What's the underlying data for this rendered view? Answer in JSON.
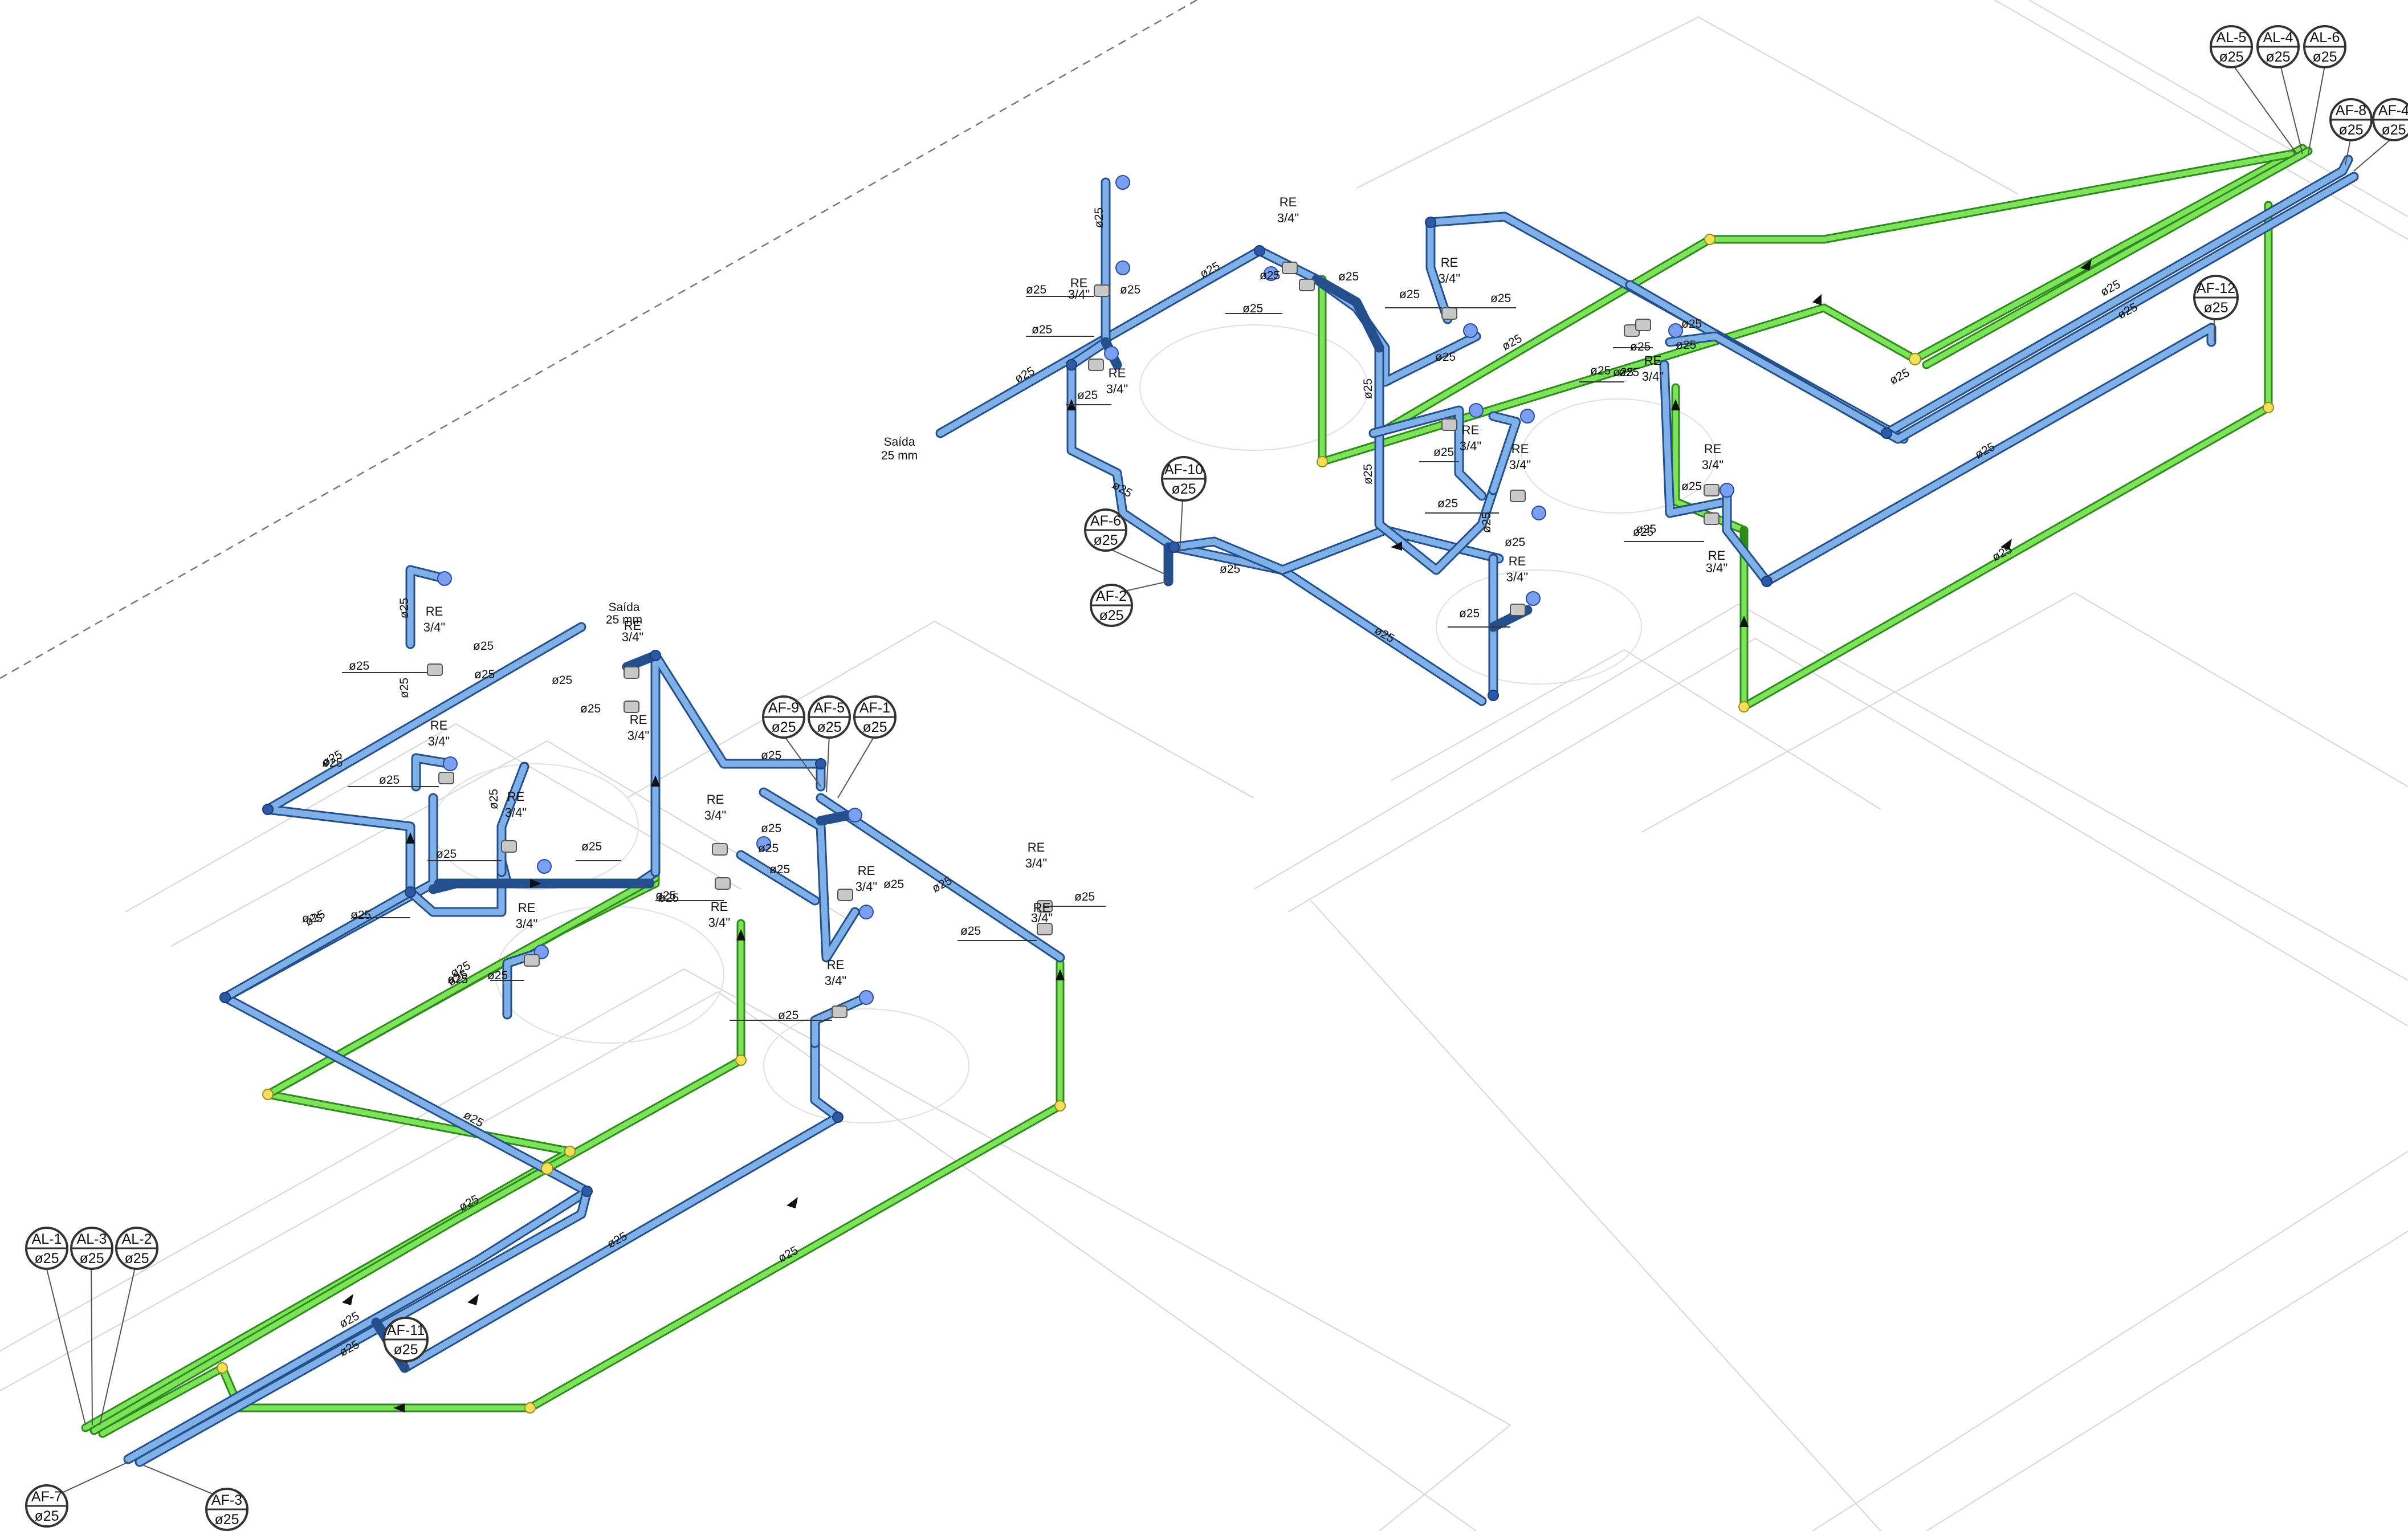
{
  "drawing": {
    "colors": {
      "cold_water_pipe": "#7fb0e8",
      "cold_water_pipe_edge": "#244f8c",
      "rain_pipe": "#7de35a",
      "rain_pipe_edge": "#2f8a1c",
      "fitting_adapter": "#f0e05a",
      "outlet_cap": "#7b9ff0",
      "guide_lines": "#d6d6d6"
    },
    "icons": [
      "valve-icon",
      "pipe-cap-icon",
      "flow-arrow-icon",
      "fitting-elbow-icon"
    ]
  },
  "tags": {
    "al_1": {
      "id": "AL-1",
      "dia": "ø25"
    },
    "al_3": {
      "id": "AL-3",
      "dia": "ø25"
    },
    "al_2": {
      "id": "AL-2",
      "dia": "ø25"
    },
    "af_7": {
      "id": "AF-7",
      "dia": "ø25"
    },
    "af_3": {
      "id": "AF-3",
      "dia": "ø25"
    },
    "af_11": {
      "id": "AF-11",
      "dia": "ø25"
    },
    "af_9": {
      "id": "AF-9",
      "dia": "ø25"
    },
    "af_5": {
      "id": "AF-5",
      "dia": "ø25"
    },
    "af_1": {
      "id": "AF-1",
      "dia": "ø25"
    },
    "af_10": {
      "id": "AF-10",
      "dia": "ø25"
    },
    "af_6": {
      "id": "AF-6",
      "dia": "ø25"
    },
    "af_2": {
      "id": "AF-2",
      "dia": "ø25"
    },
    "af_12": {
      "id": "AF-12",
      "dia": "ø25"
    },
    "al_5": {
      "id": "AL-5",
      "dia": "ø25"
    },
    "al_4": {
      "id": "AL-4",
      "dia": "ø25"
    },
    "al_6": {
      "id": "AL-6",
      "dia": "ø25"
    },
    "af_8": {
      "id": "AF-8",
      "dia": "ø25"
    },
    "af_4": {
      "id": "AF-4",
      "dia": "ø25"
    }
  },
  "labels": {
    "diameter": "ø25",
    "valve_re": "RE",
    "valve_size": "3/4\"",
    "saida_title": "Saída",
    "saida_size": "25 mm"
  }
}
